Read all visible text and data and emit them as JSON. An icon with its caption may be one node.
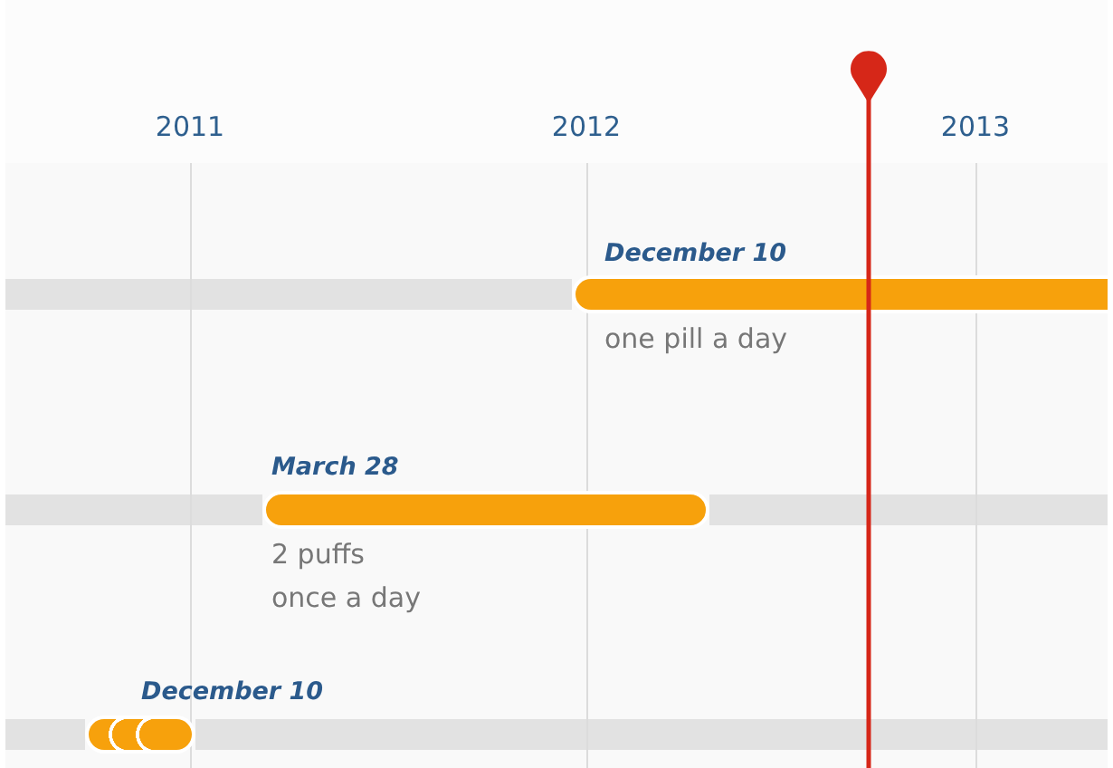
{
  "diagram": {
    "nodes": [
      {
        "text": [
          "December 10",
          "one pill a day"
        ]
      },
      {
        "text": [
          "March 28",
          "2 puffs once a day"
        ]
      },
      {
        "text": [],
        "shape": "bar"
      },
      {
        "text": [],
        "shape": "bar"
      },
      {
        "text": [
          "December 10"
        ]
      }
    ],
    "labels": [
      "2011",
      "2012",
      "2013"
    ]
  }
}
